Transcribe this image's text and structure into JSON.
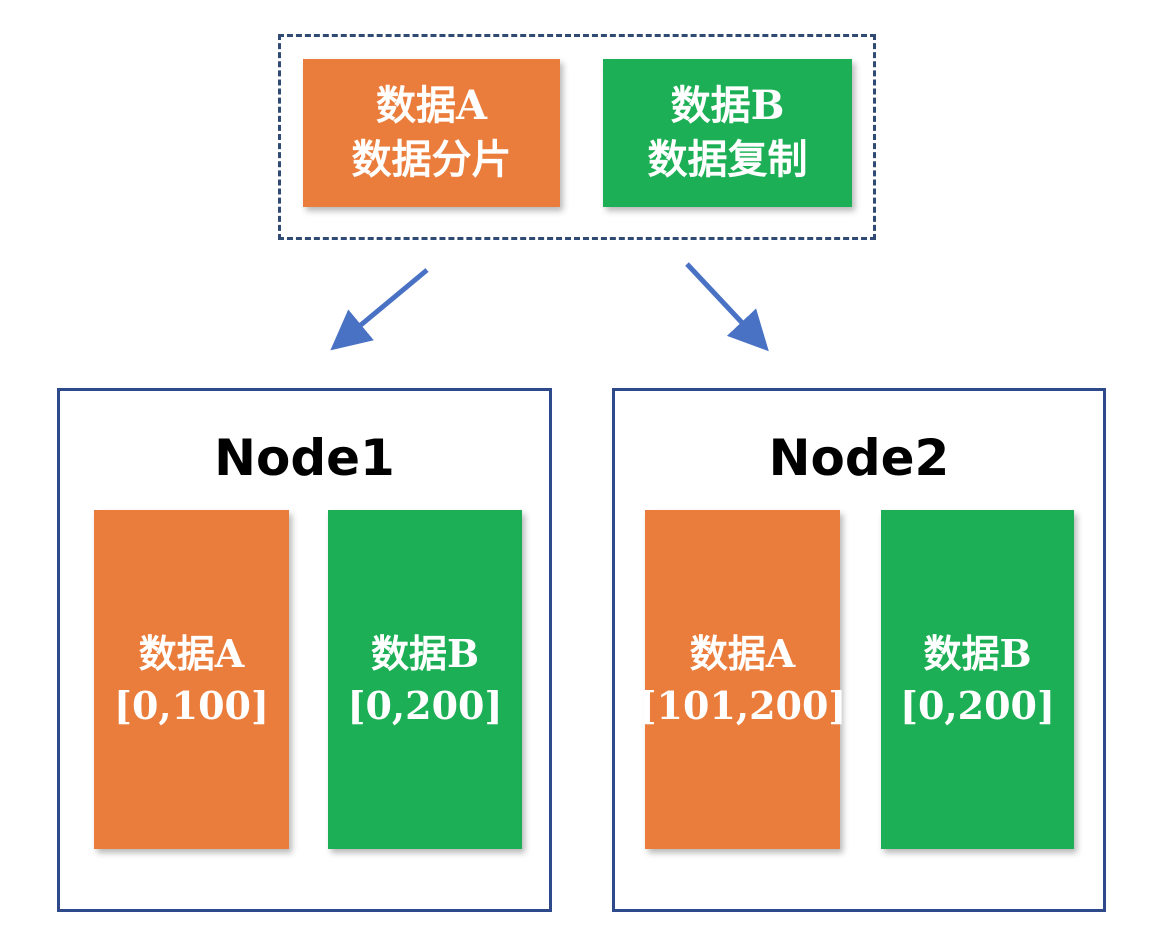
{
  "colors": {
    "orange": "#ea7d3c",
    "green": "#1daf55",
    "frame": "#2f4a8a",
    "arrow": "#4a72c4"
  },
  "legend": {
    "shard_block": {
      "line1": "数据A",
      "line2": "数据分片"
    },
    "replica_block": {
      "line1": "数据B",
      "line2": "数据复制"
    }
  },
  "nodes": [
    {
      "title": "Node1",
      "shard": {
        "label": "数据A",
        "range": "[0,100]"
      },
      "replica": {
        "label": "数据B",
        "range": "[0,200]"
      }
    },
    {
      "title": "Node2",
      "shard": {
        "label": "数据A",
        "range": "[101,200]"
      },
      "replica": {
        "label": "数据B",
        "range": "[0,200]"
      }
    }
  ]
}
